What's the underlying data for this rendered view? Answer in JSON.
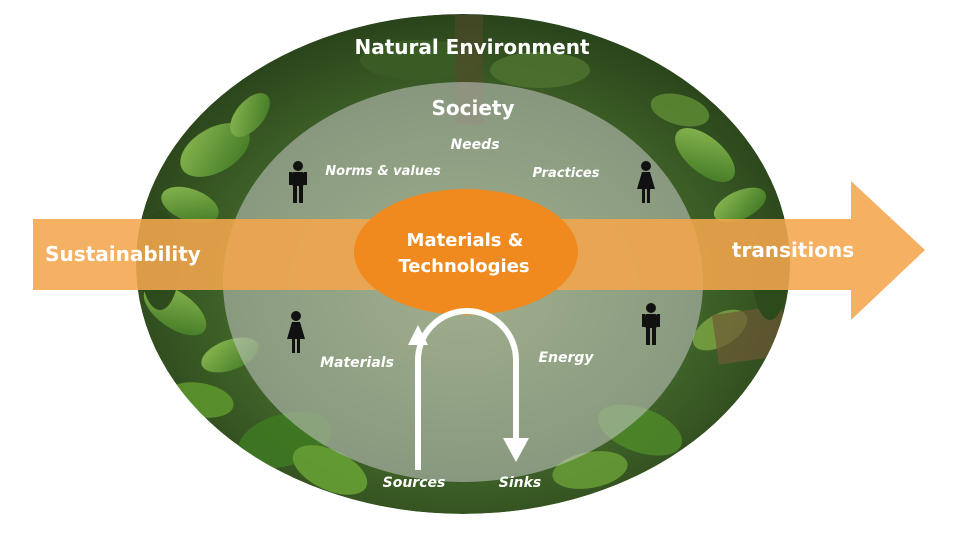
{
  "diagram": {
    "outer_label": "Natural Environment",
    "society_label": "Society",
    "core_label_line1": "Materials &",
    "core_label_line2": "Technologies",
    "arrow_left_label": "Sustainability",
    "arrow_right_label": "transitions",
    "needs_label": "Needs",
    "norms_label": "Norms & values",
    "practices_label": "Practices",
    "materials_label": "Materials",
    "energy_label": "Energy",
    "sources_label": "Sources",
    "sinks_label": "Sinks",
    "colors": {
      "arrow_orange": "#f4a64d",
      "core_orange": "#f08a1e",
      "society_overlay": "#c8c8c8",
      "forest_dark": "#2f4a22",
      "forest_mid": "#4f7a35",
      "forest_light": "#8fb45a",
      "text": "#ffffff",
      "figure": "#111111"
    },
    "icons": [
      "person-male-icon",
      "person-female-icon",
      "person-female-icon",
      "person-male-icon"
    ]
  }
}
